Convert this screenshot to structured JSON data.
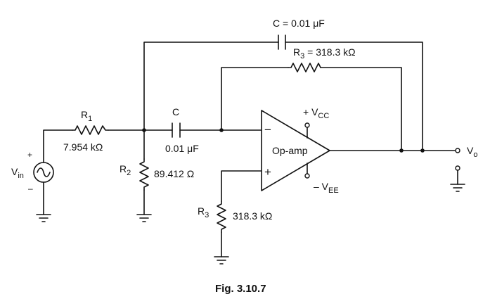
{
  "figure": {
    "caption": "Fig. 3.10.7"
  },
  "components": {
    "c_top": {
      "label": "C = 0.01 μF"
    },
    "r3_feedback": {
      "label_prefix": "R",
      "label_sub": "3",
      "label_suffix": " = 318.3 kΩ"
    },
    "r1": {
      "name": "R",
      "sub": "1",
      "value": "7.954 kΩ"
    },
    "c_mid": {
      "name": "C",
      "value": "0.01 μF"
    },
    "r2": {
      "name": "R",
      "sub": "2",
      "value": "89.412 Ω"
    },
    "r3_ground": {
      "name": "R",
      "sub": "3",
      "value": "318.3 kΩ"
    },
    "opamp": {
      "label": "Op-amp",
      "minus": "−",
      "plus": "+"
    },
    "vcc": {
      "prefix": "+ V",
      "sub": "CC"
    },
    "vee": {
      "prefix": "– V",
      "sub": "EE"
    },
    "vin": {
      "name": "V",
      "sub": "in",
      "plus": "+",
      "minus": "–"
    },
    "vo": {
      "name": "V",
      "sub": "o"
    }
  }
}
